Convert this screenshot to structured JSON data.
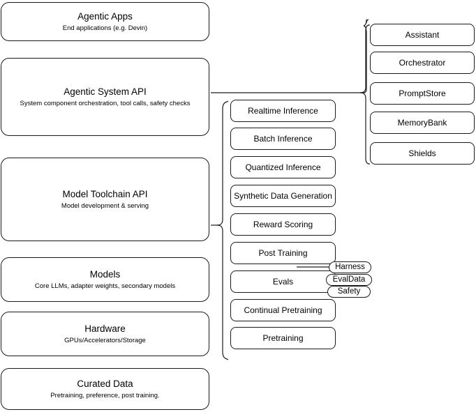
{
  "diagram": {
    "title": "AI stack layers diagram",
    "background_color": "#ffffff",
    "stroke_color": "#1a1a1a"
  },
  "layers": [
    {
      "id": "agentic-apps",
      "title": "Agentic Apps",
      "subtitle": "End applications (e.g. Devin)"
    },
    {
      "id": "agentic-system-api",
      "title": "Agentic System API",
      "subtitle": "System component orchestration, tool calls, safety checks"
    },
    {
      "id": "model-toolchain-api",
      "title": "Model Toolchain API",
      "subtitle": "Model development & serving"
    },
    {
      "id": "models",
      "title": "Models",
      "subtitle": "Core LLMs, adapter weights, secondary models"
    },
    {
      "id": "hardware",
      "title": "Hardware",
      "subtitle": "GPUs/Accelerators/Storage"
    },
    {
      "id": "curated-data",
      "title": "Curated Data",
      "subtitle": "Pretraining, preference, post training."
    }
  ],
  "toolchain_components": [
    {
      "id": "realtime-inference",
      "label": "Realtime Inference"
    },
    {
      "id": "batch-inference",
      "label": "Batch Inference"
    },
    {
      "id": "quantized-inference",
      "label": "Quantized Inference"
    },
    {
      "id": "synthetic-data-generation",
      "label": "Synthetic Data Generation"
    },
    {
      "id": "reward-scoring",
      "label": "Reward Scoring"
    },
    {
      "id": "post-training",
      "label": "Post Training"
    },
    {
      "id": "evals",
      "label": "Evals"
    },
    {
      "id": "continual-pretraining",
      "label": "Continual Pretraining"
    },
    {
      "id": "pretraining",
      "label": "Pretraining"
    }
  ],
  "eval_chips": [
    {
      "id": "harness",
      "label": "Harness"
    },
    {
      "id": "evaldata",
      "label": "EvalData"
    },
    {
      "id": "safety",
      "label": "Safety"
    }
  ],
  "system_components": [
    {
      "id": "assistant",
      "label": "Assistant"
    },
    {
      "id": "orchestrator",
      "label": "Orchestrator"
    },
    {
      "id": "promptstore",
      "label": "PromptStore"
    },
    {
      "id": "memorybank",
      "label": "MemoryBank"
    },
    {
      "id": "shields",
      "label": "Shields"
    }
  ]
}
